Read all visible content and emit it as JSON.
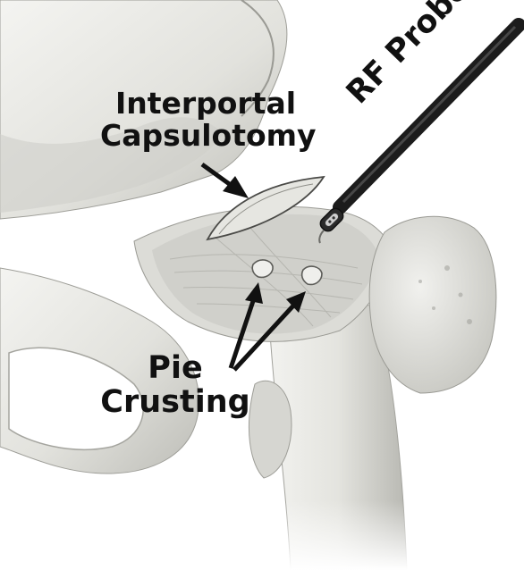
{
  "labels": {
    "capsulotomy_line1": "Interportal",
    "capsulotomy_line2": "Capsulotomy",
    "pie_line1": "Pie",
    "pie_line2": "Crusting",
    "probe": "RF Probe"
  },
  "colors": {
    "bone_light": "#eeeeea",
    "bone_mid": "#d9d9d4",
    "bone_shadow": "#a9a9a4",
    "capsule": "#c8c8c3",
    "label_text": "#111111",
    "probe_shaft": "#1c1c1c"
  }
}
